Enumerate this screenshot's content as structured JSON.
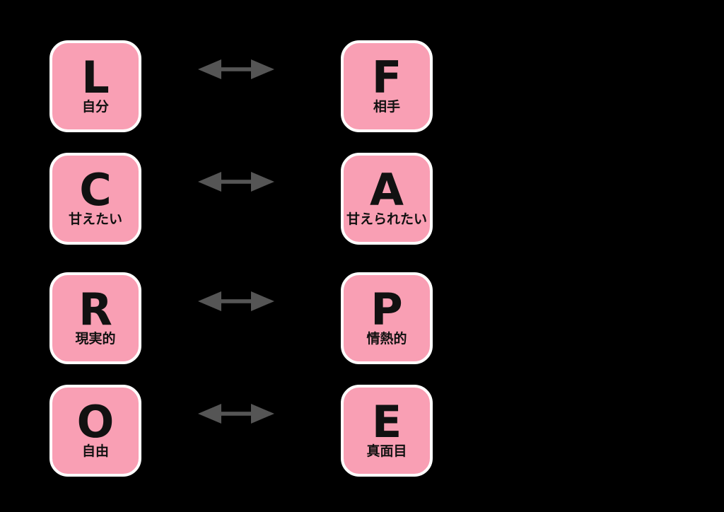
{
  "diagram_title": "",
  "colors": {
    "background": "#000000",
    "box_fill": "#F99FB4",
    "box_border": "#FFFFFF",
    "arrow": "#555555",
    "text": "#111111"
  },
  "pairs": [
    {
      "left": {
        "letter": "L",
        "label": "自分"
      },
      "right": {
        "letter": "F",
        "label": "相手"
      }
    },
    {
      "left": {
        "letter": "C",
        "label": "甘えたい"
      },
      "right": {
        "letter": "A",
        "label": "甘えられたい"
      }
    },
    {
      "left": {
        "letter": "R",
        "label": "現実的"
      },
      "right": {
        "letter": "P",
        "label": "情熱的"
      }
    },
    {
      "left": {
        "letter": "O",
        "label": "自由"
      },
      "right": {
        "letter": "E",
        "label": "真面目"
      }
    }
  ],
  "arrow_icon": "double-headed-arrow"
}
